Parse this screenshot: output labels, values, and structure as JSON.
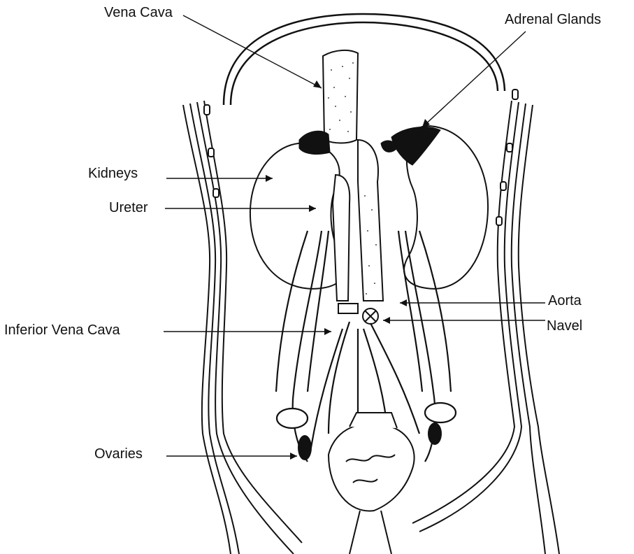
{
  "labels": {
    "vena_cava": "Vena Cava",
    "adrenal_glands": "Adrenal Glands",
    "kidneys": "Kidneys",
    "ureter": "Ureter",
    "aorta": "Aorta",
    "inferior_vena_cava": "Inferior Vena Cava",
    "navel": "Navel",
    "ovaries": "Ovaries"
  },
  "colors": {
    "ink": "#111111",
    "background": "#ffffff"
  }
}
